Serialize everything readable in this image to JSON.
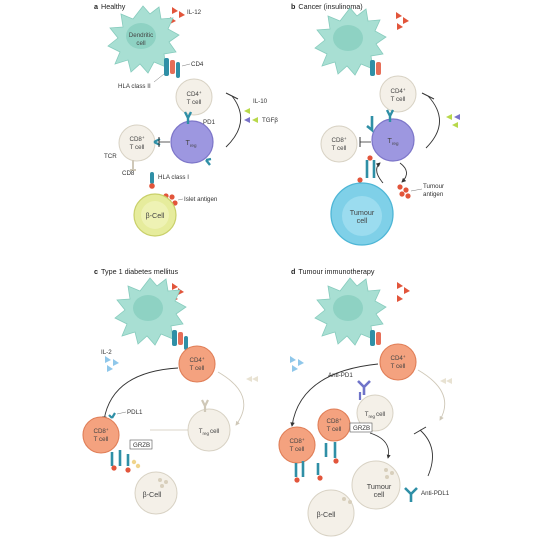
{
  "colors": {
    "dendritic": "#a8dfd3",
    "dendritic_core": "#8ed2c3",
    "tcell_faded": "#f4f0e8",
    "tcell_stroke": "#d8d2c4",
    "treg": "#9d97e0",
    "treg_stroke": "#7d76c9",
    "beta": "#e6ec9c",
    "beta_stroke": "#c9d06a",
    "tumour": "#7fd0e8",
    "tumour_stroke": "#4eb6d6",
    "activated": "#f4a27f",
    "activated_stroke": "#e07e57",
    "receptor": "#2f8fa6",
    "red_triangle": "#e2553b",
    "green_triangle": "#b8d84a",
    "purple_triangle": "#7a73c9",
    "blue_triangle": "#8fc7ea",
    "antibody": "#6f74c9"
  },
  "panels": {
    "a": {
      "letter": "a",
      "title": "Healthy",
      "labels": {
        "il12": "IL-12",
        "dendritic_1": "Dendritic",
        "dendritic_2": "cell",
        "cd4": "CD4",
        "hla2": "HLA class II",
        "cd4t_1": "CD4",
        "cd4t_sup": "+",
        "cd4t_2": "T cell",
        "il10": "IL-10",
        "tgfb": "TGFβ",
        "pd1": "PD1",
        "cd8t_1": "CD8",
        "cd8t_sup": "+",
        "cd8t_2": "T cell",
        "treg_t": "T",
        "treg_sub": "reg",
        "tcr": "TCR",
        "cd8": "CD8",
        "hla1": "HLA class I",
        "islet": "Islet antigen",
        "beta": "β-Cell"
      }
    },
    "b": {
      "letter": "b",
      "title": "Cancer (insulinoma)",
      "labels": {
        "cd4t_1": "CD4",
        "cd4t_sup": "+",
        "cd4t_2": "T cell",
        "cd8t_1": "CD8",
        "cd8t_sup": "+",
        "cd8t_2": "T cell",
        "treg_t": "T",
        "treg_sub": "reg",
        "tumour_antigen_1": "Tumour",
        "tumour_antigen_2": "antigen",
        "tumour_1": "Tumour",
        "tumour_2": "cell"
      }
    },
    "c": {
      "letter": "c",
      "title": "Type 1 diabetes mellitus",
      "labels": {
        "cd4t_1": "CD4",
        "cd4t_sup": "+",
        "cd4t_2": "T cell",
        "il2": "IL-2",
        "pdl1": "PDL1",
        "cd8t_1": "CD8",
        "cd8t_sup": "+",
        "cd8t_2": "T cell",
        "grzb": "GRZB",
        "treg_t": "T",
        "treg_sub": "reg",
        "treg_cell": "cell",
        "beta": "β-Cell"
      }
    },
    "d": {
      "letter": "d",
      "title": "Tumour immunotherapy",
      "labels": {
        "cd4t_1": "CD4",
        "cd4t_sup": "+",
        "cd4t_2": "T cell",
        "antipd1": "Anti-PD1",
        "treg_t": "T",
        "treg_sub": "reg",
        "treg_cell": "cell",
        "cd8t_1": "CD8",
        "cd8t_sup": "+",
        "cd8t_2": "T cell",
        "grzb": "GRZB",
        "tumour_1": "Tumour",
        "tumour_2": "cell",
        "beta": "β-Cell",
        "antipdl1": "Anti-PDL1"
      }
    }
  }
}
